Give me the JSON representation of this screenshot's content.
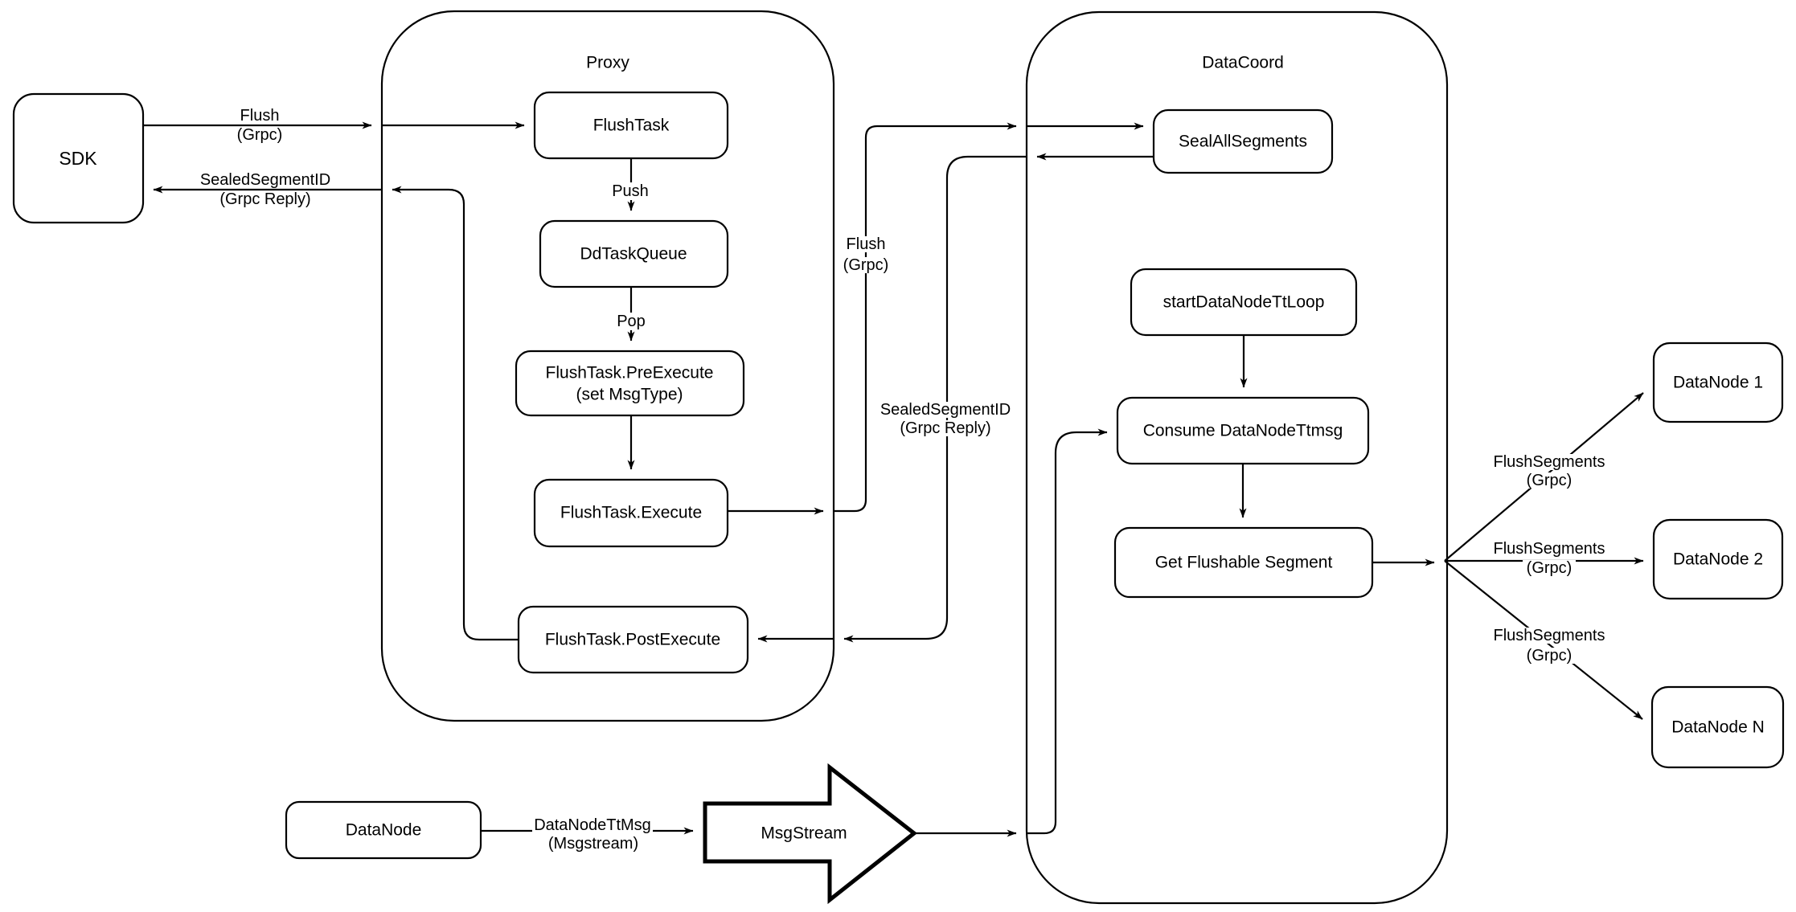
{
  "diagram": {
    "background_color": "#ffffff",
    "stroke_color": "#000000",
    "containers": {
      "proxy": {
        "title": "Proxy"
      },
      "datacoord": {
        "title": "DataCoord"
      }
    },
    "nodes": {
      "sdk": "SDK",
      "flush_task": "FlushTask",
      "dd_task_queue": "DdTaskQueue",
      "pre_execute_line1": "FlushTask.PreExecute",
      "pre_execute_line2": "(set MsgType)",
      "execute": "FlushTask.Execute",
      "post_execute": "FlushTask.PostExecute",
      "seal_all_segments": "SealAllSegments",
      "start_datanode_tt_loop": "startDataNodeTtLoop",
      "consume_datanode_ttmsg": "Consume DataNodeTtmsg",
      "get_flushable_segment": "Get Flushable Segment",
      "datanode_1": "DataNode 1",
      "datanode_2": "DataNode 2",
      "datanode_n": "DataNode N",
      "datanode": "DataNode",
      "msgstream": "MsgStream"
    },
    "edge_labels": {
      "flush_grpc_left": {
        "line1": "Flush",
        "line2": "(Grpc)"
      },
      "sealed_segment_left": {
        "line1": "SealedSegmentID",
        "line2": "(Grpc Reply)"
      },
      "push": "Push",
      "pop": "Pop",
      "flush_grpc_mid": {
        "line1": "Flush",
        "line2": "(Grpc)"
      },
      "sealed_segment_mid": {
        "line1": "SealedSegmentID",
        "line2": "(Grpc Reply)"
      },
      "flush_segments_top": {
        "line1": "FlushSegments",
        "line2": "(Grpc)"
      },
      "flush_segments_mid": {
        "line1": "FlushSegments",
        "line2": "(Grpc)"
      },
      "flush_segments_bottom": {
        "line1": "FlushSegments",
        "line2": "(Grpc)"
      },
      "datanode_ttmsg": {
        "line1": "DataNodeTtMsg",
        "line2": "(Msgstream)"
      }
    }
  }
}
